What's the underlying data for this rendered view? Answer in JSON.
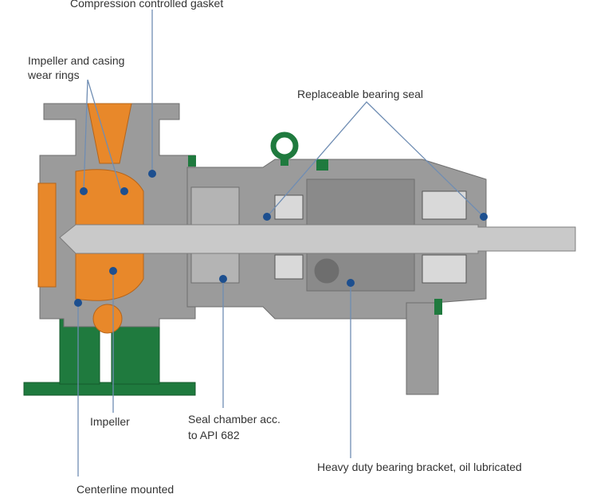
{
  "labels": {
    "gasket": "Compression controlled gasket",
    "wear_rings_1": "Impeller and casing",
    "wear_rings_2": "wear rings",
    "bearing_seal": "Replaceable bearing seal",
    "impeller": "Impeller",
    "seal_chamber_1": "Seal chamber acc.",
    "seal_chamber_2": "to API 682",
    "bearing_bracket": "Heavy duty bearing bracket, oil lubricated",
    "centerline": "Centerline mounted"
  },
  "colors": {
    "casing": "#9b9b9b",
    "impeller": "#e8882a",
    "base": "#1f7a3e",
    "shaft": "#c9c9c9",
    "marker": "#1d4f8f",
    "leader": "#6f8db3"
  }
}
